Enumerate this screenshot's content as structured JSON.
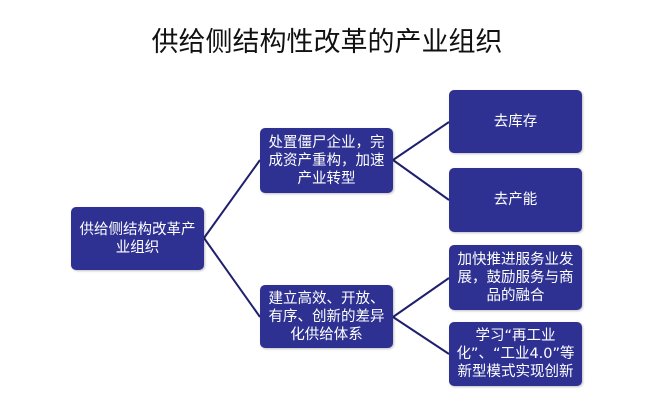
{
  "title": "供给侧结构性改革的产业组织",
  "root": "供给侧结构改革产业组织",
  "branches": [
    {
      "label": "处置僵尸企业，完成资产重构，加速产业转型",
      "children": [
        "去库存",
        "去产能"
      ]
    },
    {
      "label": "建立高效、开放、有序、创新的差异化供给体系",
      "children": [
        "加快推进服务业发展，鼓励服务与商品的融合",
        "学习“再工业化”、“工业4.0”等新型模式实现创新"
      ]
    }
  ],
  "colors": {
    "box": "#2e3192",
    "connector": "#1f1f6e"
  }
}
